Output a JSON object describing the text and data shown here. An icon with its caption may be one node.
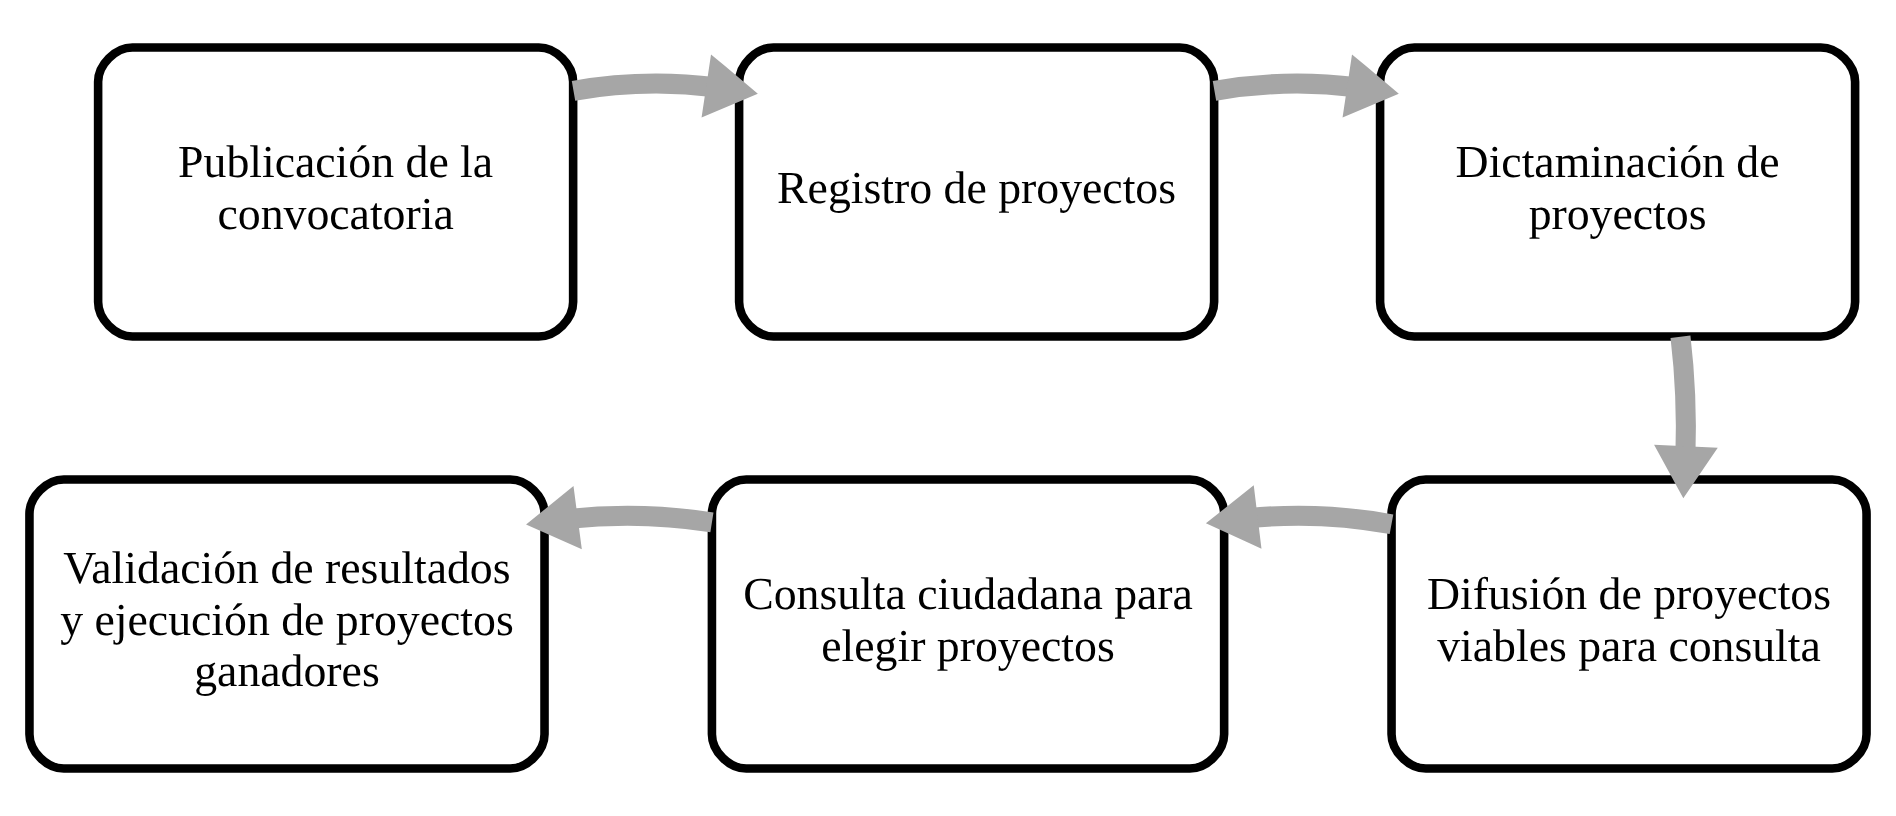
{
  "diagram": {
    "nodes": [
      {
        "text": [
          "Publicación de la convocatoria"
        ]
      },
      {
        "text": [
          "Registro de proyectos"
        ]
      },
      {
        "text": [
          "Dictaminación de proyectos"
        ]
      },
      {
        "text": [
          "Difusión de proyectos viables para consulta"
        ]
      },
      {
        "text": [
          "Consulta ciudadana para elegir proyectos"
        ]
      },
      {
        "text": [
          "Validación de resultados y ejecución de proyectos ganadores"
        ]
      }
    ],
    "edges": [
      {
        "from": 0,
        "to": 1,
        "arrow": "to"
      },
      {
        "from": 1,
        "to": 2,
        "arrow": "to"
      },
      {
        "from": 2,
        "to": 3,
        "arrow": "to"
      },
      {
        "from": 3,
        "to": 4,
        "arrow": "to"
      },
      {
        "from": 4,
        "to": 5,
        "arrow": "to"
      }
    ]
  }
}
